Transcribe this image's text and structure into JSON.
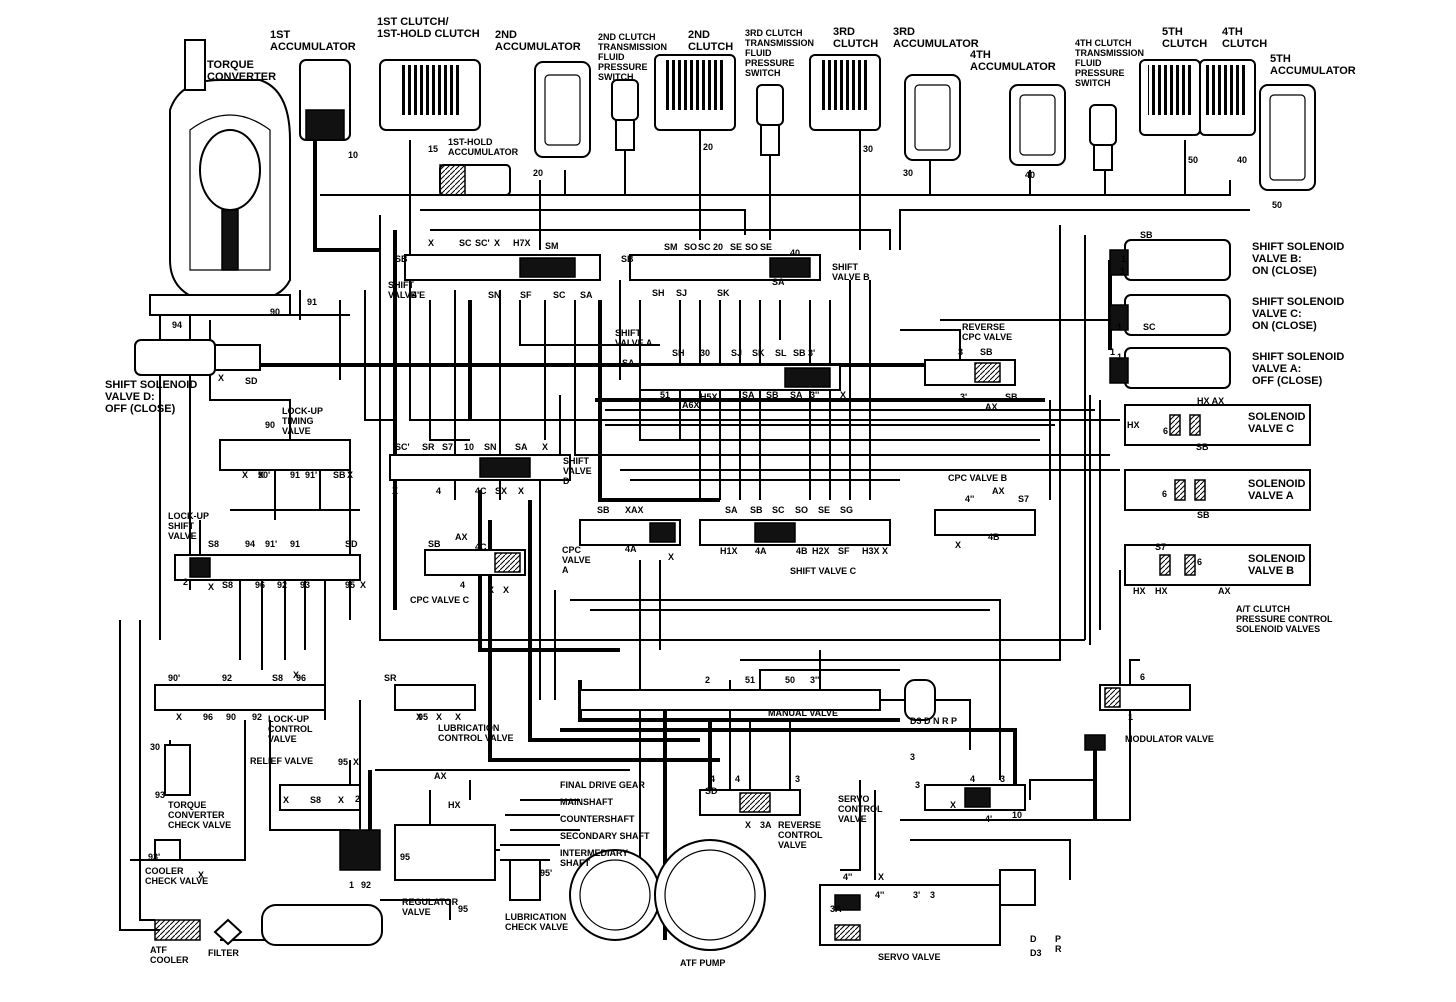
{
  "components": {
    "torque_converter": "TORQUE\nCONVERTER",
    "accum_1st": "1ST\nACCUMULATOR",
    "clutch_1st": "1ST CLUTCH/\n1ST-HOLD CLUTCH",
    "accum_2nd": "2ND\nACCUMULATOR",
    "switch_2nd": "2ND CLUTCH\nTRANSMISSION\nFLUID\nPRESSURE\nSWITCH",
    "clutch_2nd": "2ND\nCLUTCH",
    "switch_3rd": "3RD CLUTCH\nTRANSMISSION\nFLUID\nPRESSURE\nSWITCH",
    "clutch_3rd": "3RD\nCLUTCH",
    "accum_3rd": "3RD\nACCUMULATOR",
    "accum_4th": "4TH\nACCUMULATOR",
    "switch_4th": "4TH CLUTCH\nTRANSMISSION\nFLUID\nPRESSURE\nSWITCH",
    "clutch_5th": "5TH\nCLUTCH",
    "clutch_4th": "4TH\nCLUTCH",
    "accum_5th": "5TH\nACCUMULATOR",
    "hold_accum_1st": "1ST-HOLD\nACCUMULATOR",
    "shift_sol_b": "SHIFT SOLENOID\nVALVE B:\nON (CLOSE)",
    "shift_sol_c": "SHIFT SOLENOID\nVALVE C:\nON (CLOSE)",
    "shift_sol_a": "SHIFT SOLENOID\nVALVE A:\nOFF (CLOSE)",
    "shift_sol_d": "SHIFT SOLENOID\nVALVE D:\nOFF (CLOSE)",
    "shift_valve_e": "SHIFT\nVALVE E",
    "shift_valve_b": "SHIFT\nVALVE B",
    "shift_valve_a": "SHIFT\nVALVE A",
    "shift_valve_d": "SHIFT\nVALVE\nD",
    "shift_valve_c": "SHIFT VALVE C",
    "reverse_cpc": "REVERSE\nCPC VALVE",
    "lockup_timing": "LOCK-UP\nTIMING\nVALVE",
    "lockup_shift": "LOCK-UP\nSHIFT\nVALVE",
    "lockup_control": "LOCK-UP\nCONTROL\nVALVE",
    "relief_valve": "RELIEF VALVE",
    "cpc_valve_c": "CPC VALVE C",
    "cpc_valve_a": "CPC\nVALVE\nA",
    "cpc_valve_b": "CPC VALVE B",
    "solenoid_c": "SOLENOID\nVALVE C",
    "solenoid_a": "SOLENOID\nVALVE A",
    "solenoid_b": "SOLENOID\nVALVE B",
    "at_clutch": "A/T CLUTCH\nPRESSURE CONTROL\nSOLENOID VALVES",
    "manual_valve": "MANUAL VALVE",
    "lubrication_control": "LUBRICATION\nCONTROL VALVE",
    "tc_check": "TORQUE\nCONVERTER\nCHECK VALVE",
    "cooler_check": "COOLER\nCHECK VALVE",
    "atf_cooler": "ATF\nCOOLER",
    "filter": "FILTER",
    "final_drive": "FINAL DRIVE GEAR",
    "mainshaft": "MAINSHAFT",
    "countershaft": "COUNTERSHAFT",
    "secondary_shaft": "SECONDARY SHAFT",
    "intermediary_shaft": "INTERMEDIARY\nSHAFT",
    "regulator_valve": "REGULATOR\nVALVE",
    "lubrication_check": "LUBRICATION\nCHECK VALVE",
    "atf_pump": "ATF PUMP",
    "servo_control": "SERVO\nCONTROL\nVALVE",
    "reverse_control": "REVERSE\nCONTROL\nVALVE",
    "servo_valve": "SERVO VALVE",
    "modulator_valve": "MODULATOR VALVE",
    "manual_positions": "D3 D N R   P",
    "servo_positions_top": "D",
    "servo_positions_mid": "D3",
    "servo_positions_r": "P\nR"
  },
  "port_labels": [
    "10",
    "15",
    "20",
    "20",
    "30",
    "30",
    "40",
    "50",
    "40",
    "50",
    "1",
    "1",
    "1",
    "94",
    "90",
    "91",
    "X",
    "SD",
    "SB",
    "X",
    "SC",
    "SC'",
    "X",
    "H7X",
    "SM",
    "SN",
    "SF",
    "SC",
    "SA",
    "4''",
    "SB",
    "SM",
    "SO",
    "SC",
    "20",
    "SE",
    "SO",
    "SE",
    "40",
    "SH",
    "SJ",
    "SK",
    "SA",
    "SH",
    "30",
    "SJ",
    "SK",
    "SL",
    "SB",
    "3'",
    "SA",
    "51",
    "A6X",
    "H5X",
    "SA",
    "SB",
    "SA",
    "3''",
    "X",
    "SB",
    "SC",
    "1",
    "1",
    "3",
    "SB",
    "3'",
    "AX",
    "SB",
    "HX",
    "6",
    "SB",
    "HX AX",
    "SC'",
    "SR",
    "S7",
    "10",
    "SN",
    "SA",
    "X",
    "X",
    "4",
    "4C",
    "SX",
    "X",
    "90",
    "90'",
    "91",
    "91'",
    "X",
    "X",
    "SB",
    "X",
    "SB",
    "XAX",
    "4A",
    "X",
    "SA",
    "SB",
    "SC",
    "SO",
    "SE",
    "SG",
    "H1X",
    "4A",
    "4B",
    "H2X",
    "SF",
    "H3X",
    "X",
    "4''",
    "AX",
    "S7",
    "X",
    "4B",
    "HX",
    "6",
    "SB",
    "S7",
    "6",
    "HX",
    "AX",
    "S8",
    "94",
    "91'",
    "91",
    "SD",
    "2",
    "X",
    "S8",
    "96",
    "92",
    "93",
    "95",
    "X",
    "SB",
    "AX",
    "4C",
    "4",
    "X",
    "X",
    "90'",
    "92",
    "S8",
    "96",
    "X",
    "96",
    "90",
    "92",
    "X",
    "X",
    "S8",
    "X",
    "X",
    "95",
    "2",
    "2",
    "51",
    "50",
    "3''",
    "3",
    "6",
    "1",
    "SR",
    "X",
    "X",
    "X",
    "95",
    "AX",
    "HX",
    "95",
    "95'",
    "1",
    "92",
    "95",
    "SD",
    "4",
    "4",
    "3",
    "X",
    "3A",
    "3",
    "4",
    "3",
    "X",
    "10",
    "4'",
    "4''",
    "X",
    "4''",
    "3'",
    "3",
    "3A",
    "30",
    "93",
    "93'",
    "X"
  ]
}
